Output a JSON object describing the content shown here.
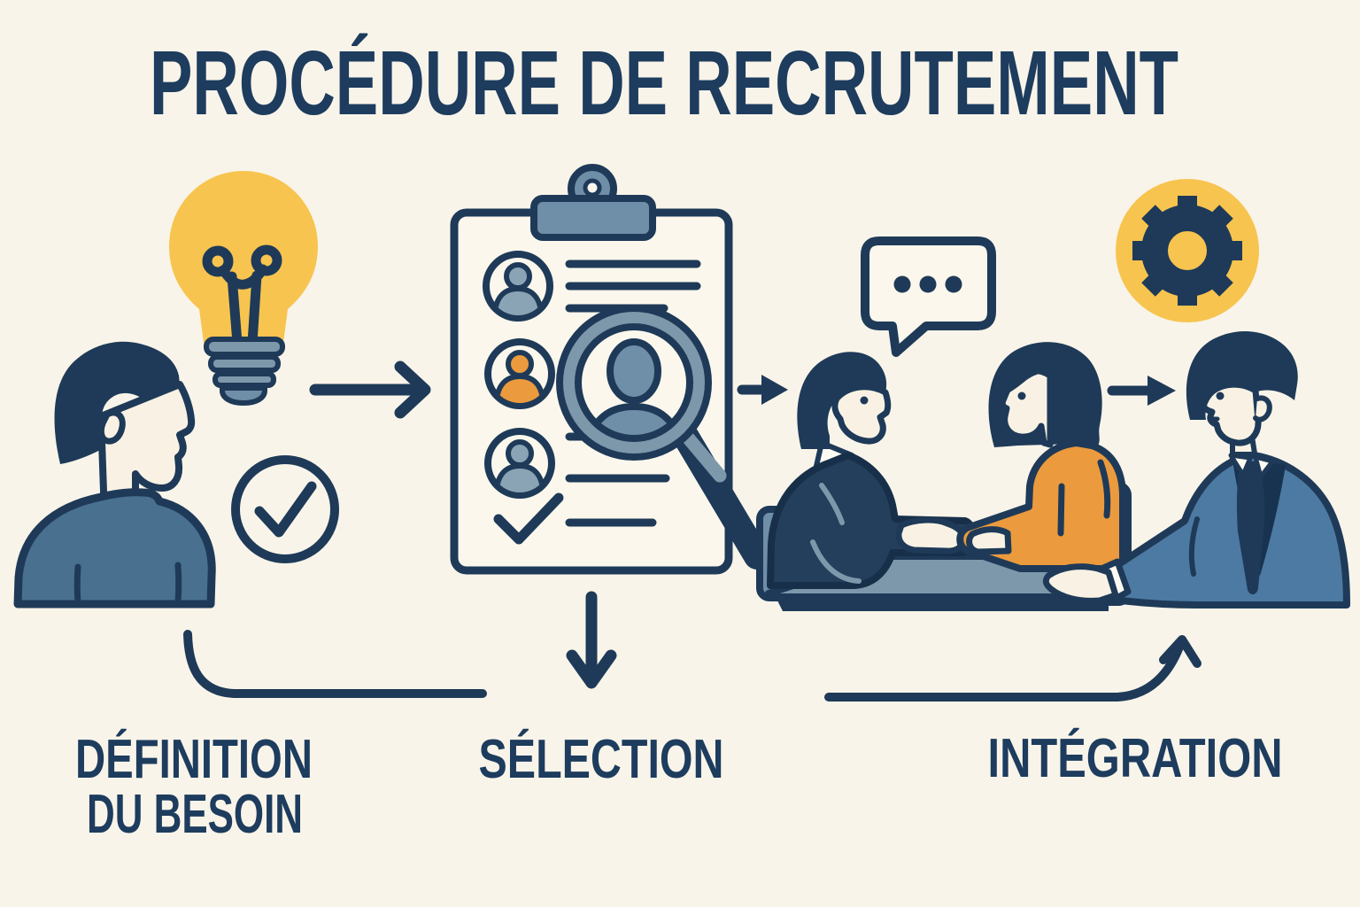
{
  "title": "PROCÉDURE DE RECRUTEMENT",
  "steps": [
    {
      "id": "definition-du-besoin",
      "label": "DÉFINITION DU BESOIN",
      "label_lines": [
        "DÉFINITION",
        "DU BESOIN"
      ],
      "icons": [
        "person-profile",
        "lightbulb-icon",
        "check-circle-icon"
      ]
    },
    {
      "id": "selection",
      "label": "SÉLECTION",
      "icons": [
        "clipboard-icon",
        "candidate-list",
        "magnifier-icon",
        "checkmark-icon"
      ]
    },
    {
      "id": "integration",
      "label": "INTÉGRATION",
      "icons": [
        "speech-bubble-icon",
        "interview-handshake-scene",
        "gear-icon"
      ]
    }
  ],
  "connectors": [
    "arrow-right",
    "arrow-right",
    "arrow-right",
    "arrow-down",
    "curve-to-label",
    "curve-up-arrow"
  ],
  "colors": {
    "background": "#f9f4e9",
    "ink_navy": "#1e3a58",
    "title_navy": "#1d3c5e",
    "shirt_blue": "#49708f",
    "suit_blue": "#4c7aa2",
    "dark_suit": "#233f5b",
    "steel_blue": "#7d98ab",
    "steel_light": "#8aa4b5",
    "yellow": "#f7c44f",
    "orange": "#eb9a3d",
    "paper": "#fbf7ec",
    "skin_cream": "#f9f2e4"
  }
}
